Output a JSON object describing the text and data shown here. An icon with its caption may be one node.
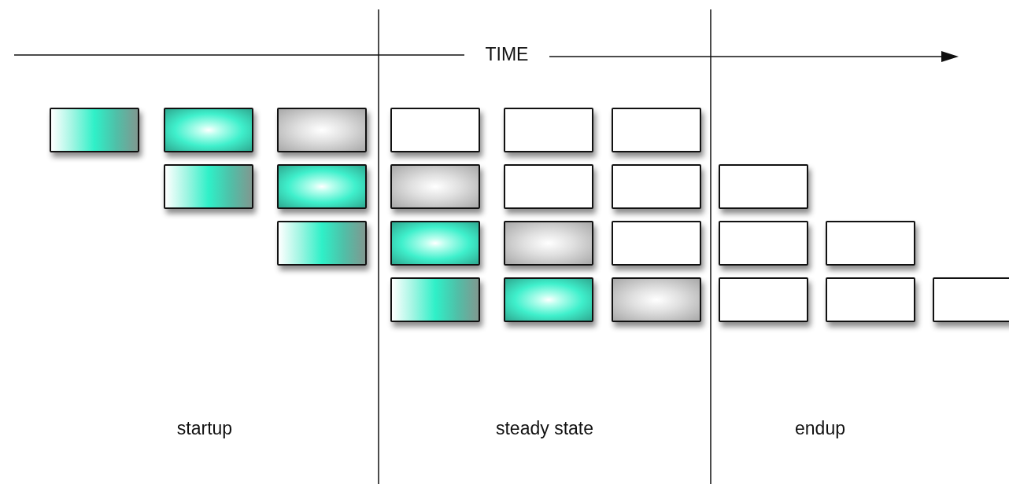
{
  "diagram": {
    "nodes": [
      {
        "text": [],
        "shape": "box"
      },
      {
        "text": [],
        "shape": "box"
      },
      {
        "text": [],
        "shape": "box"
      },
      {
        "text": [],
        "shape": "box"
      },
      {
        "text": [],
        "shape": "box"
      },
      {
        "text": [],
        "shape": "box"
      },
      {
        "text": [],
        "shape": "box"
      },
      {
        "text": [],
        "shape": "box"
      },
      {
        "text": [],
        "shape": "box"
      },
      {
        "text": [],
        "shape": "box"
      },
      {
        "text": [],
        "shape": "box"
      },
      {
        "text": [],
        "shape": "box"
      },
      {
        "text": [],
        "shape": "box"
      },
      {
        "text": [],
        "shape": "box"
      },
      {
        "text": [],
        "shape": "box"
      },
      {
        "text": [],
        "shape": "box"
      },
      {
        "text": [],
        "shape": "box"
      },
      {
        "text": [],
        "shape": "box"
      },
      {
        "text": [],
        "shape": "box"
      },
      {
        "text": [],
        "shape": "box"
      },
      {
        "text": [],
        "shape": "box"
      },
      {
        "text": [],
        "shape": "box"
      },
      {
        "text": [],
        "shape": "box"
      },
      {
        "text": [],
        "shape": "box"
      }
    ],
    "labels": [
      "TIME",
      "startup",
      "steady state",
      "endup"
    ]
  }
}
